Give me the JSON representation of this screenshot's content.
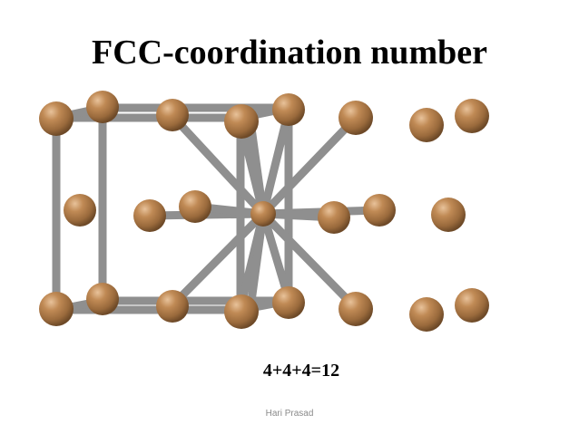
{
  "slide": {
    "title": "FCC-coordination number",
    "formula": "4+4+4=12",
    "author": "Hari Prasad"
  },
  "colors": {
    "atom": "#b07a4a",
    "bond": "#8e8e8e",
    "background": "#ffffff"
  }
}
